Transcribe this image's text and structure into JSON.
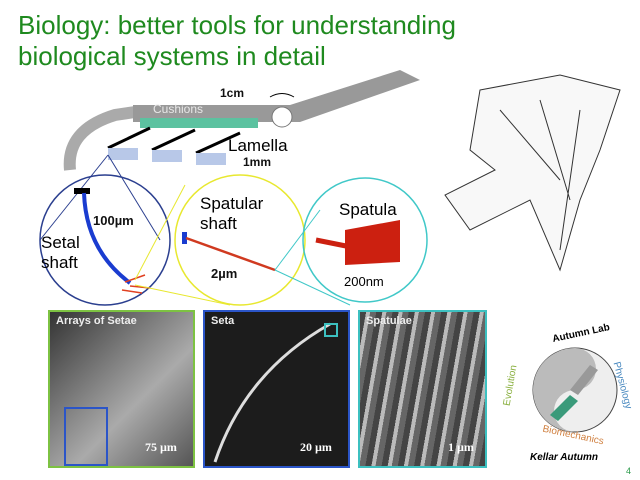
{
  "title": {
    "line1": "Biology: better tools for understanding",
    "line2": "biological systems in detail"
  },
  "diagram": {
    "cm": "1cm",
    "cushions": "Cushions",
    "lamella": "Lamella",
    "mm": "1mm",
    "setal": "Setal",
    "shaft": "shaft",
    "um100": "100µm",
    "spatular": "Spatular",
    "spatular_shaft": "shaft",
    "um2": "2µm",
    "spatula": "Spatula",
    "nm200": "200nm"
  },
  "panels": [
    {
      "title": "Arrays of Setae",
      "scale": "75 µm",
      "color": "#7dc242"
    },
    {
      "title": "Seta",
      "scale": "20 µm",
      "color": "#2b55c8"
    },
    {
      "title": "Spatulae",
      "scale": "1 µm",
      "color": "#3cc0c0"
    }
  ],
  "logo": {
    "top": "Autumn Lab",
    "left": "Evolution",
    "right": "Physiology",
    "bottom": "Biomechanics",
    "author": "Kellar Autumn"
  },
  "page_number": "4"
}
